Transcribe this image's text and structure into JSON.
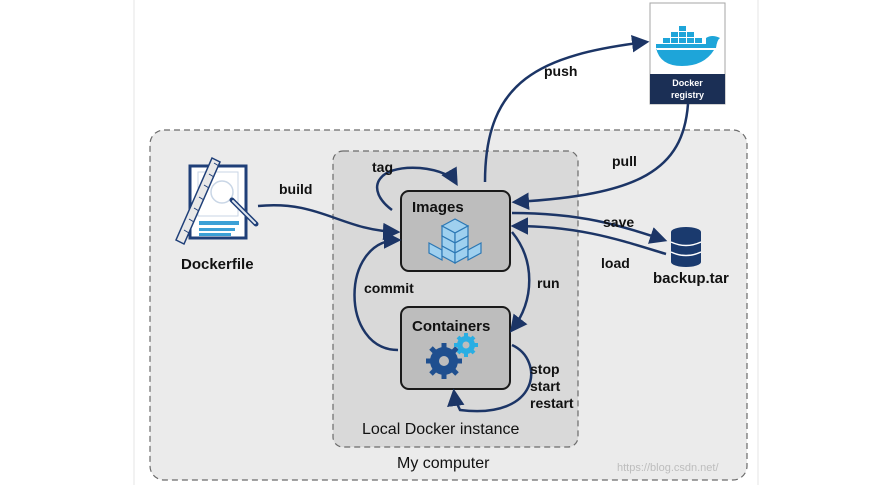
{
  "diagram": {
    "labels": {
      "push": "push",
      "pull": "pull",
      "tag": "tag",
      "build": "build",
      "save": "save",
      "load": "load",
      "run": "run",
      "commit": "commit",
      "stop": "stop",
      "start": "start",
      "restart": "restart"
    },
    "nodes": {
      "images": "Images",
      "containers": "Containers",
      "dockerfile": "Dockerfile",
      "backup": "backup.tar",
      "registry_line1": "Docker",
      "registry_line2": "registry"
    },
    "regions": {
      "local_instance": "Local Docker instance",
      "my_computer": "My computer"
    },
    "watermark": "https://blog.csdn.net/",
    "colors": {
      "arrow": "#1c3566",
      "region_fill": "#ebebeb",
      "inner_fill": "#d9d9d9",
      "node_fill": "#bdbdbd",
      "registry_band": "#1b2f55",
      "docker_blue": "#1ea5d9",
      "icon_blue": "#3d9bd4"
    },
    "icons": [
      "docker-whale-icon",
      "cubes-pyramid-icon",
      "gears-icon",
      "database-icon",
      "dockerfile-blueprint-icon"
    ]
  }
}
